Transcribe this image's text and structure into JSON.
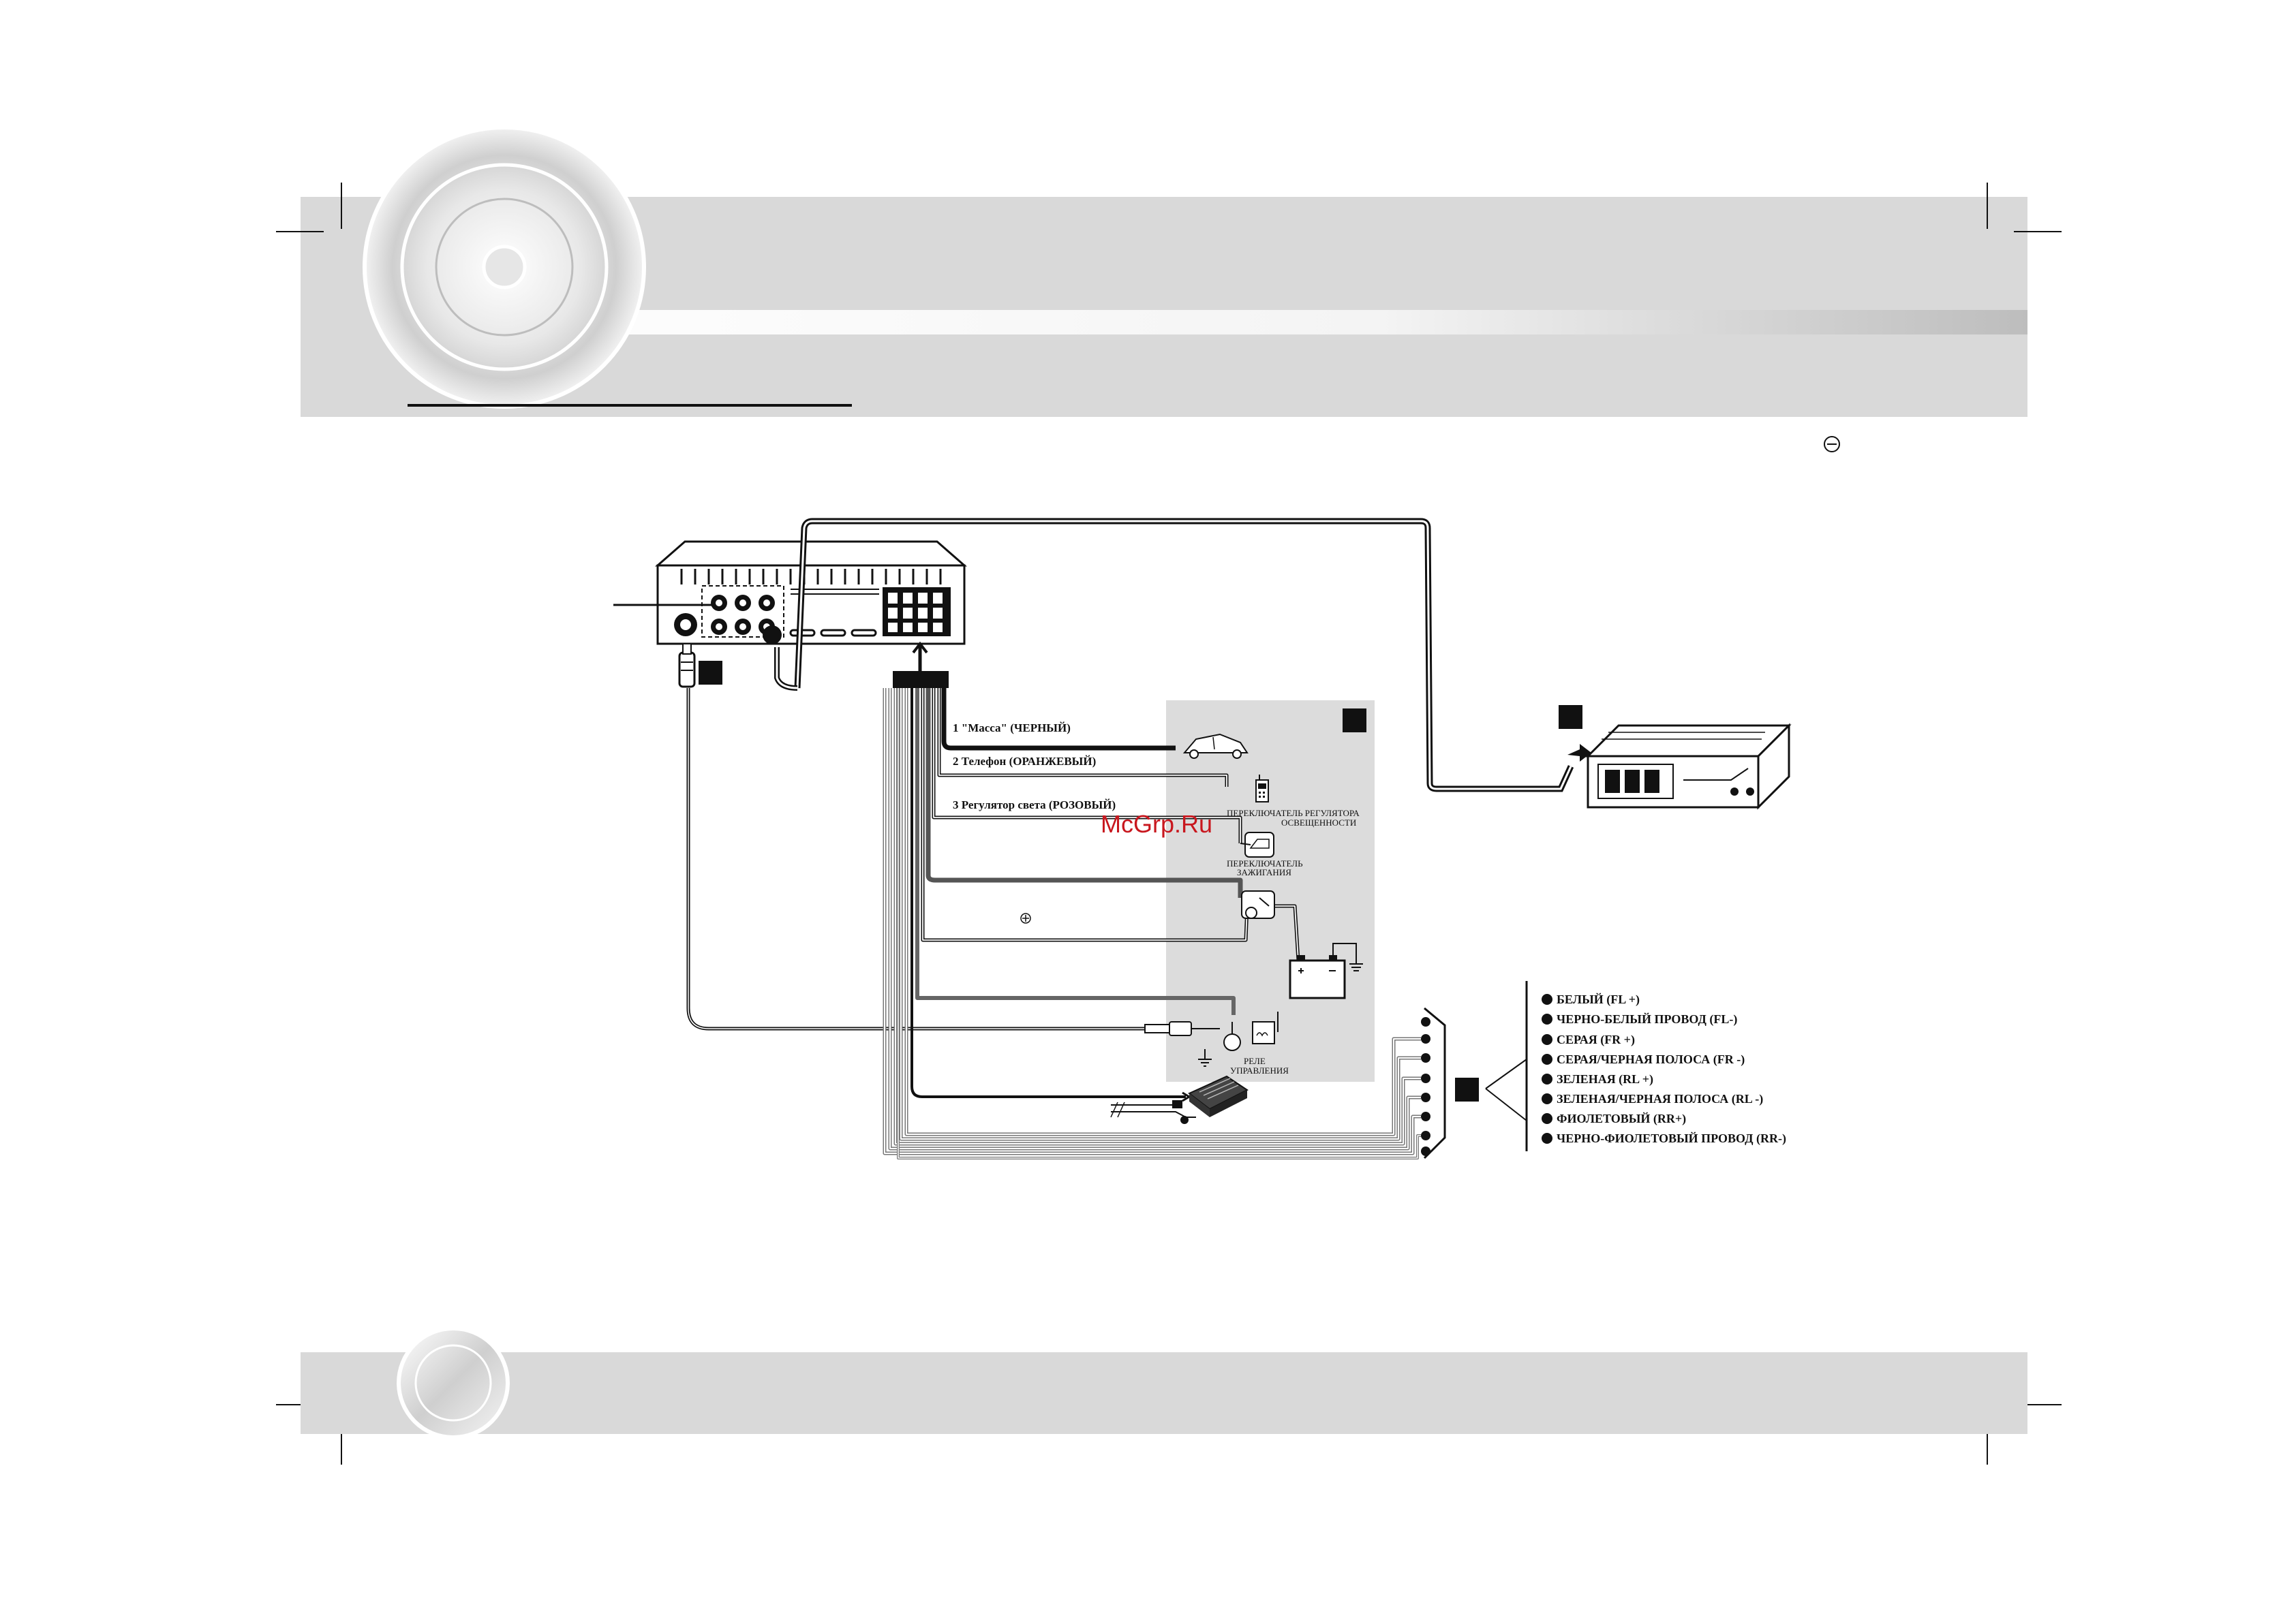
{
  "watermark": "McGrp.Ru",
  "wire_labels": {
    "ground": "1 \"Масса\" (ЧЕРНЫЙ)",
    "phone": "2 Телефон (ОРАНЖЕВЫЙ)",
    "dimmer": "3 Регулятор света (РОЗОВЫЙ)"
  },
  "component_labels": {
    "light_switch_line1": "ПЕРЕКЛЮЧАТЕЛЬ РЕГУЛЯТОРА",
    "light_switch_line2": "ОСВЕЩЕННОСТИ",
    "ignition_line1": "ПЕРЕКЛЮЧАТЕЛЬ",
    "ignition_line2": "ЗАЖИГАНИЯ",
    "relay_line1": "РЕЛЕ",
    "relay_line2": "УПРАВЛЕНИЯ"
  },
  "speaker_legend": [
    "БЕЛЫЙ (FL +)",
    "ЧЕРНО-БЕЛЫЙ ПРОВОД (FL-)",
    "СЕРАЯ (FR +)",
    "СЕРАЯ/ЧЕРНАЯ ПОЛОСА (FR -)",
    "ЗЕЛЕНАЯ (RL +)",
    "ЗЕЛЕНАЯ/ЧЕРНАЯ ПОЛОСА (RL -)",
    "ФИОЛЕТОВЫЙ (RR+)",
    "ЧЕРНО-ФИОЛЕТОВЫЙ ПРОВОД (RR-)"
  ],
  "colors": {
    "band_gray": "#d9d9d9",
    "panel_gray": "#dcdcdc",
    "watermark": "#c8171e",
    "wire_dark": "#1a1a1a",
    "wire_light": "#ffffff"
  }
}
